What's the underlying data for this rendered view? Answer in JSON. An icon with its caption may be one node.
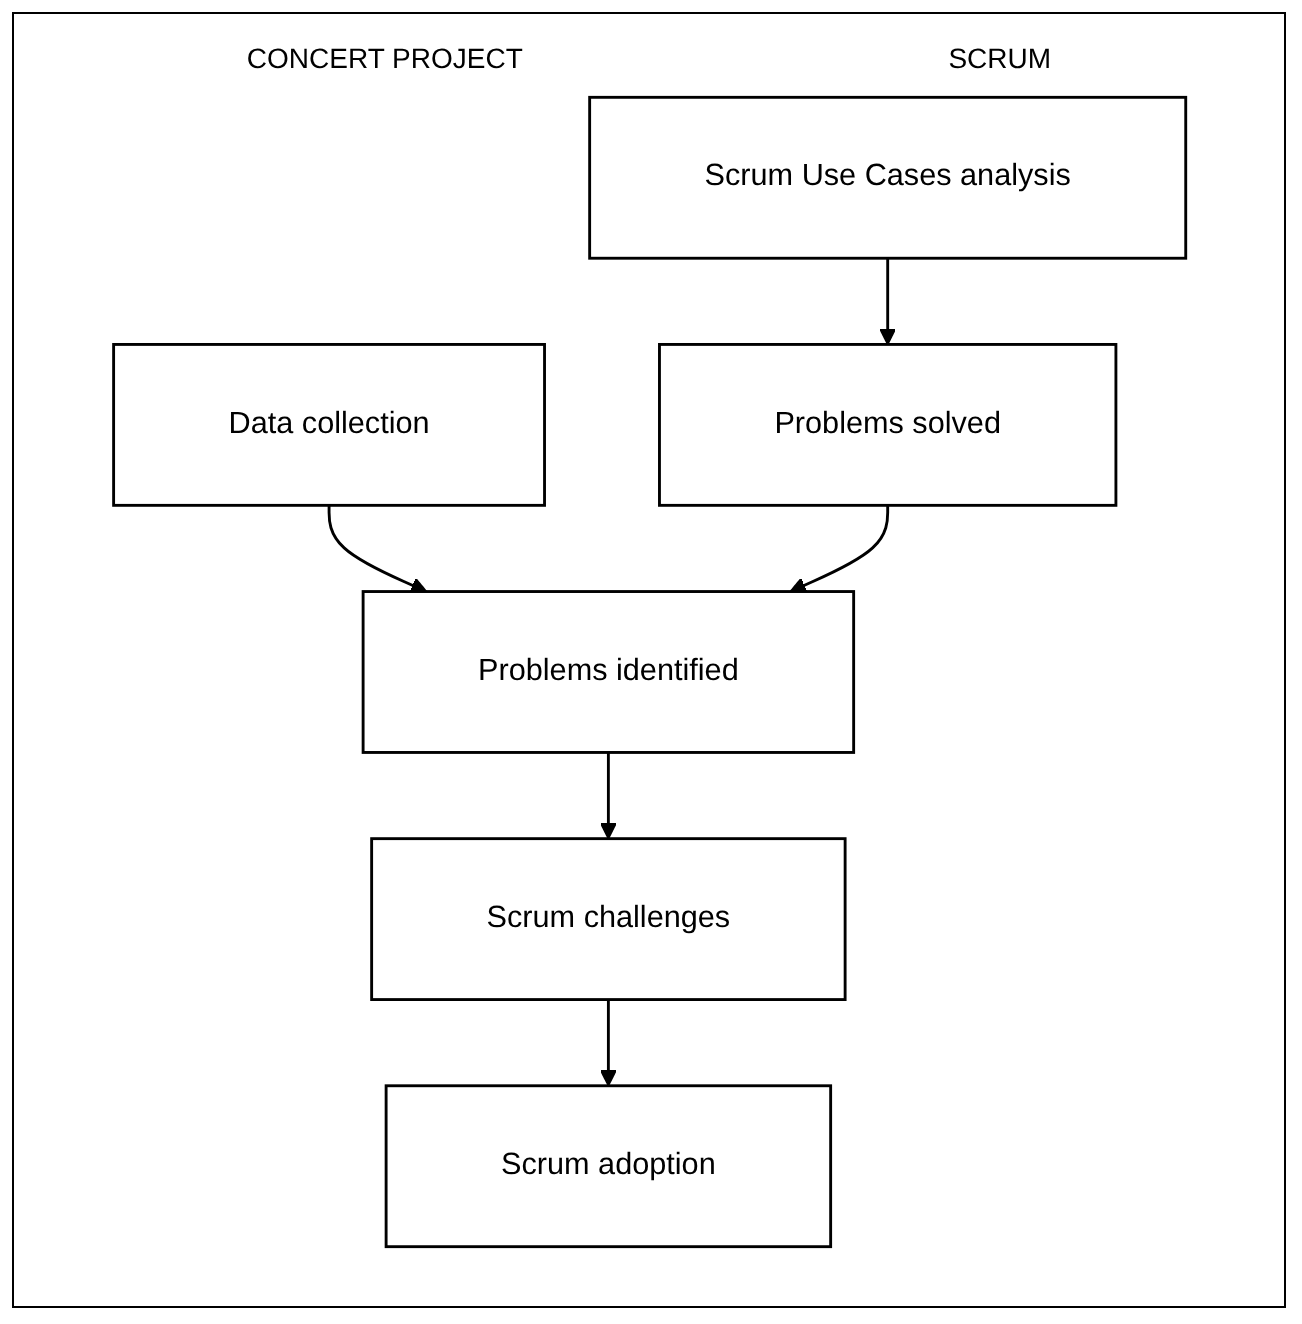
{
  "diagram": {
    "nodes": [
      {
        "text": [
          "Data collection"
        ]
      },
      {
        "text": [
          "Scrum Use Cases analysis"
        ]
      },
      {
        "text": [
          "Problems identified"
        ]
      },
      {
        "text": [
          "Problems solved"
        ]
      },
      {
        "text": [
          "Scrum challenges"
        ]
      },
      {
        "text": [
          "Scrum adoption"
        ]
      }
    ],
    "edges": [
      {
        "from": 0,
        "to": 2,
        "arrow": "to"
      },
      {
        "from": 1,
        "to": 3,
        "arrow": "to"
      },
      {
        "from": 3,
        "to": 2,
        "arrow": "to"
      },
      {
        "from": 2,
        "to": 4,
        "arrow": "to"
      },
      {
        "from": 4,
        "to": 5,
        "arrow": "to"
      }
    ],
    "labels": [
      "CONCERT PROJECT",
      "SCRUM"
    ]
  }
}
